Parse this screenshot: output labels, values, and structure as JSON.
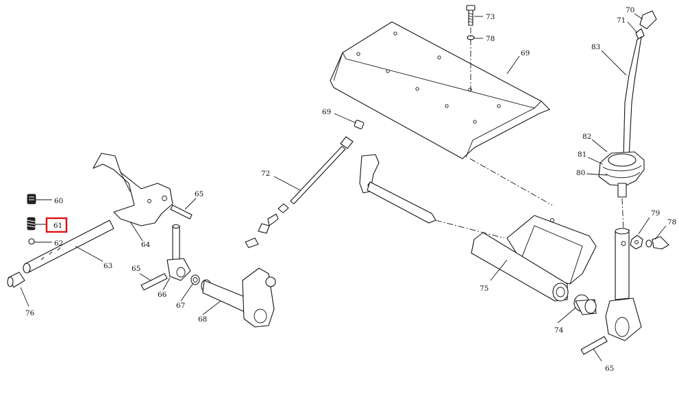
{
  "diagram": {
    "highlight_color": "#e01010",
    "line_color": "#111111",
    "background": "#ffffff",
    "highlighted_callout": "61",
    "callouts": {
      "c60": "60",
      "c61": "61",
      "c62": "62",
      "c63": "63",
      "c64": "64",
      "c65a": "65",
      "c65b": "65",
      "c65c": "65",
      "c66": "66",
      "c67": "67",
      "c68": "68",
      "c69a": "69",
      "c69b": "69",
      "c70": "70",
      "c71": "71",
      "c72": "72",
      "c73": "73",
      "c74": "74",
      "c75": "75",
      "c76": "76",
      "c78a": "78",
      "c78b": "78",
      "c79": "79",
      "c80": "80",
      "c81": "81",
      "c82": "82",
      "c83": "83"
    }
  }
}
